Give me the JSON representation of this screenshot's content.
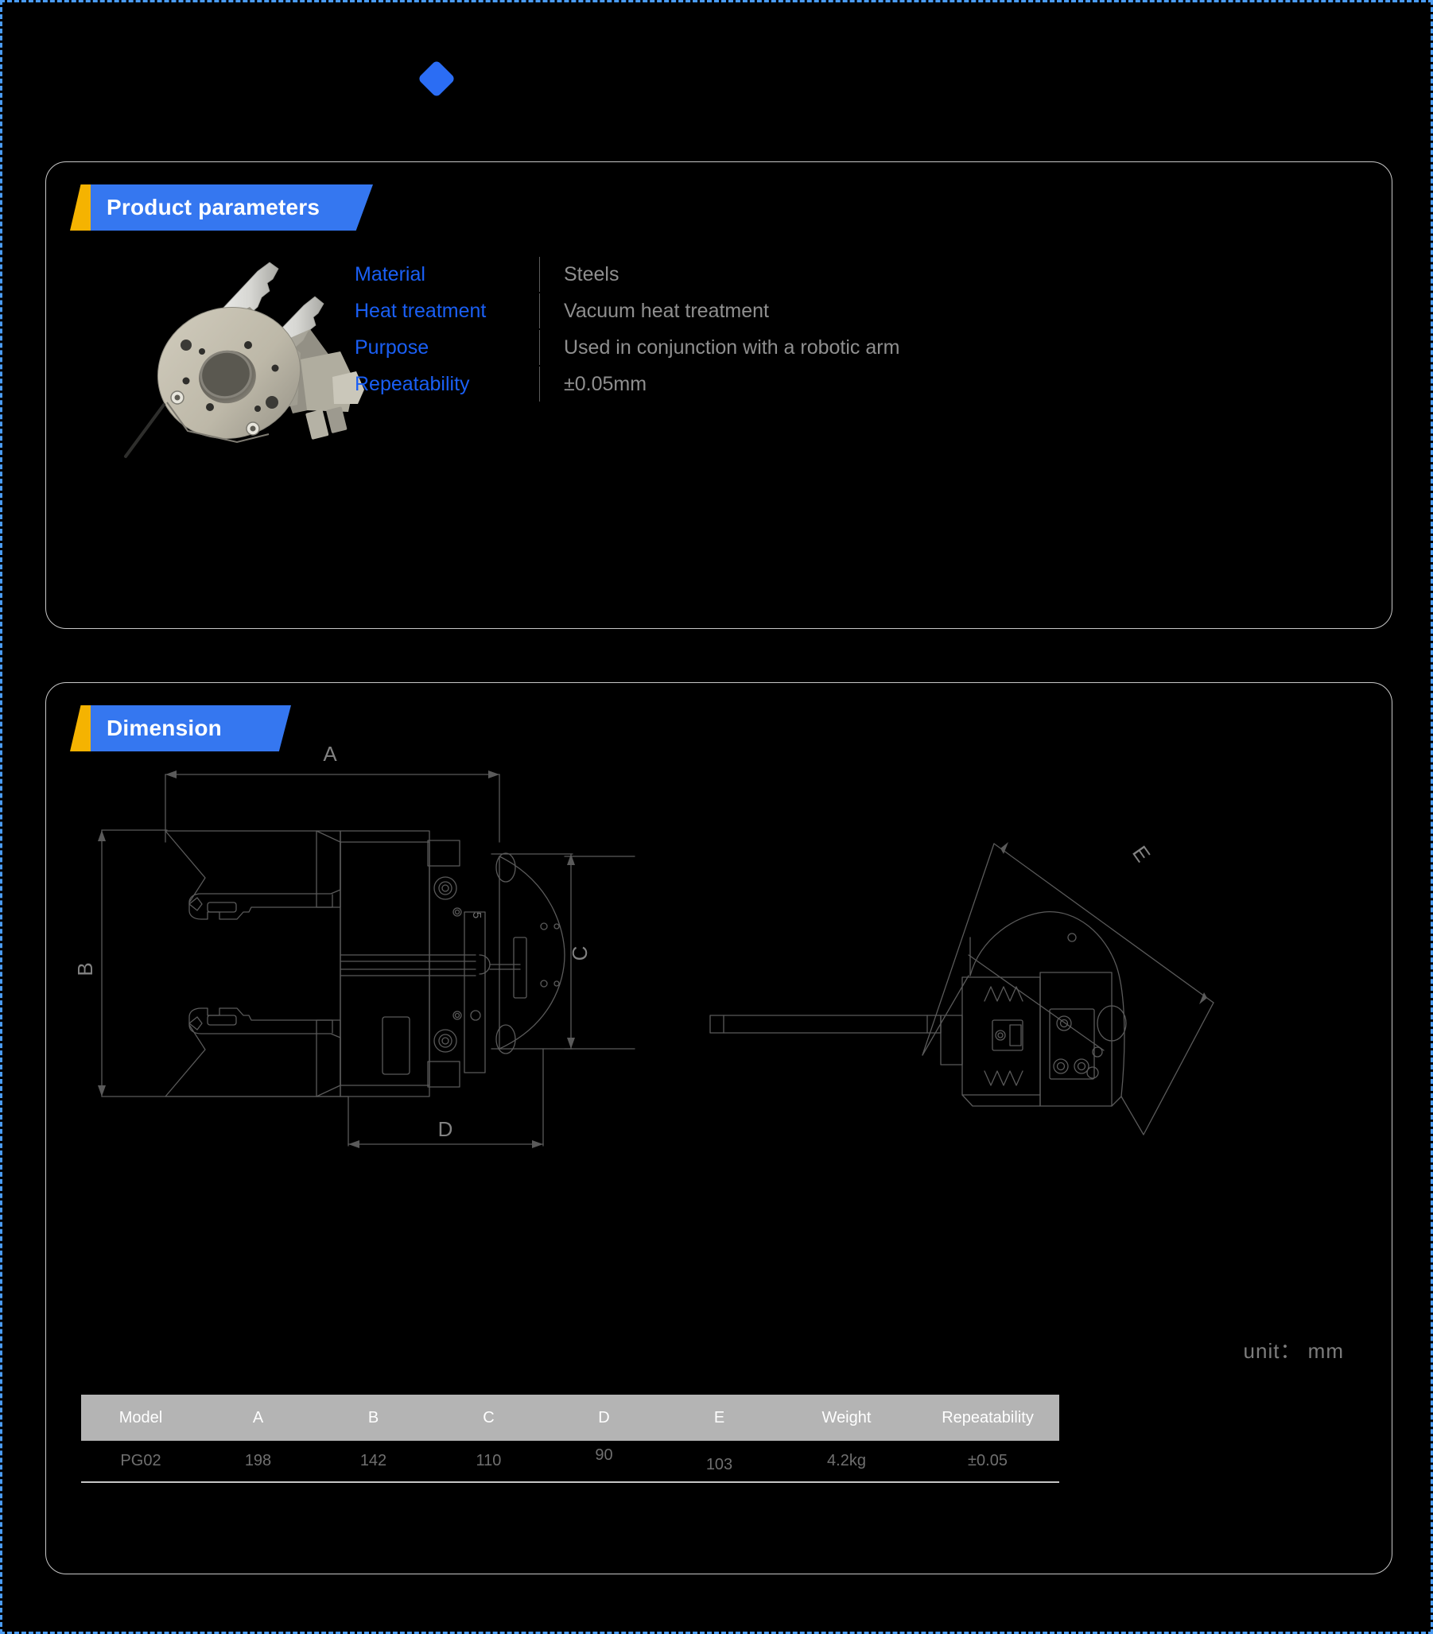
{
  "decor": {
    "diamond_color": "#2b6df4",
    "border_color": "#4a9cf5",
    "accent_blue": "#3577f0",
    "accent_yellow": "#f5b301"
  },
  "sections": {
    "parameters": {
      "title": "Product parameters",
      "product_image_alt": "pneumatic-gripper-render",
      "specs": [
        {
          "label": "Material",
          "value": "Steels"
        },
        {
          "label": "Heat treatment",
          "value": "Vacuum heat treatment"
        },
        {
          "label": "Purpose",
          "value": "Used in conjunction with a robotic arm"
        },
        {
          "label": "Repeatability",
          "value": "±0.05mm"
        }
      ]
    },
    "dimension": {
      "title": "Dimension",
      "unit_note": "unit： mm",
      "drawing_labels": {
        "a": "A",
        "b": "B",
        "c": "C",
        "d": "D",
        "e": "E",
        "small_note": "5"
      },
      "table": {
        "headers": [
          "Model",
          "A",
          "B",
          "C",
          "D",
          "E",
          "Weight",
          "Repeatability"
        ],
        "rows": [
          [
            "PG02",
            "198",
            "142",
            "110",
            "90",
            "103",
            "4.2kg",
            "±0.05"
          ]
        ]
      }
    }
  }
}
